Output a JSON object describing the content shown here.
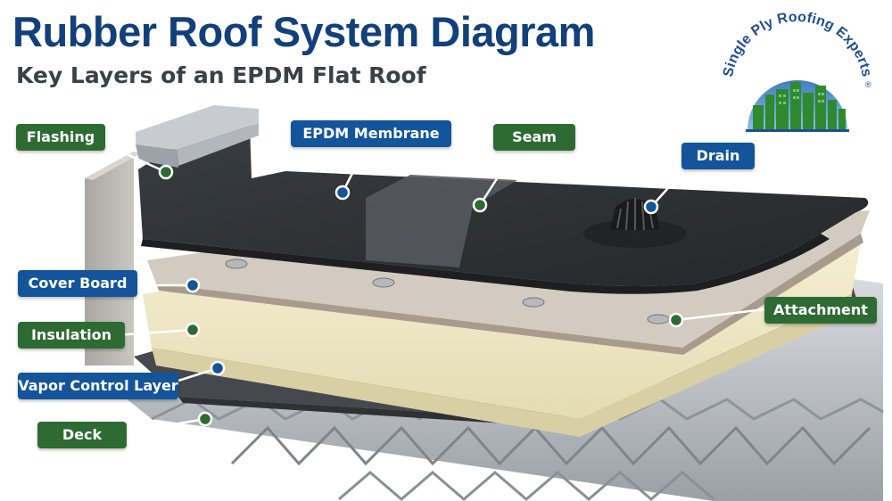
{
  "header": {
    "title": "Rubber Roof System Diagram",
    "subtitle": "Key Layers of an EPDM Flat Roof"
  },
  "logo": {
    "text": "Single Ply Roofing Experts",
    "mark": "®"
  },
  "labels": {
    "flashing": "Flashing",
    "epdm_membrane": "EPDM Membrane",
    "seam": "Seam",
    "drain": "Drain",
    "cover_board": "Cover Board",
    "insulation": "Insulation",
    "vapor_control_layer": "Vapor Control Layer",
    "deck": "Deck",
    "attachment": "Attachment"
  },
  "colors": {
    "title": "#12407a",
    "label_blue": "#14549a",
    "label_green": "#2e6b33",
    "membrane": "#2f3134",
    "cover_board": "#cfc6b9",
    "insulation": "#ece6c4",
    "deck": "#b9bdc2"
  }
}
